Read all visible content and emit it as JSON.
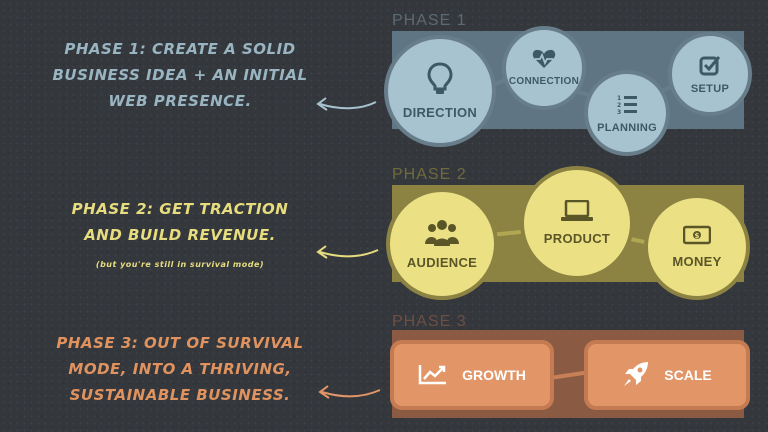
{
  "colors": {
    "background": "#34383d",
    "phase1_accent": "#a7c3d0",
    "phase1_band": "#5f7583",
    "phase1_node_border": "#677d8a",
    "phase1_text": "#9ab5c2",
    "phase1_dark_text": "#3f5866",
    "phase2_accent": "#ebe084",
    "phase2_band": "#8c8343",
    "phase2_text": "#e7dc7e",
    "phase2_dark_text": "#5b5628",
    "phase3_accent": "#e29667",
    "phase3_band": "#8a5a43",
    "phase3_text": "#e0935f",
    "phase3_dark_text": "#ffffff"
  },
  "phase1": {
    "label": "Phase 1",
    "description": {
      "line1": "Phase 1: Create a solid",
      "line2": "business idea + an initial",
      "line3": "web presence."
    },
    "nodes": {
      "direction": {
        "label": "Direction",
        "icon": "lightbulb-icon"
      },
      "connection": {
        "label": "Connection",
        "icon": "heartbeat-icon"
      },
      "planning": {
        "label": "Planning",
        "icon": "numbered-list-icon"
      },
      "setup": {
        "label": "Setup",
        "icon": "checkbox-icon"
      }
    }
  },
  "phase2": {
    "label": "Phase 2",
    "description": {
      "line1": "Phase 2: Get traction",
      "line2": "and build revenue.",
      "sub": "(but you're still in survival mode)"
    },
    "nodes": {
      "audience": {
        "label": "Audience",
        "icon": "people-group-icon"
      },
      "product": {
        "label": "Product",
        "icon": "laptop-icon"
      },
      "money": {
        "label": "Money",
        "icon": "banknote-icon"
      }
    }
  },
  "phase3": {
    "label": "Phase 3",
    "description": {
      "line1": "Phase 3: Out of survival",
      "line2": "mode, into a thriving,",
      "line3": "sustainable business."
    },
    "nodes": {
      "growth": {
        "label": "Growth",
        "icon": "trend-chart-icon"
      },
      "scale": {
        "label": "Scale",
        "icon": "rocket-icon"
      }
    }
  }
}
